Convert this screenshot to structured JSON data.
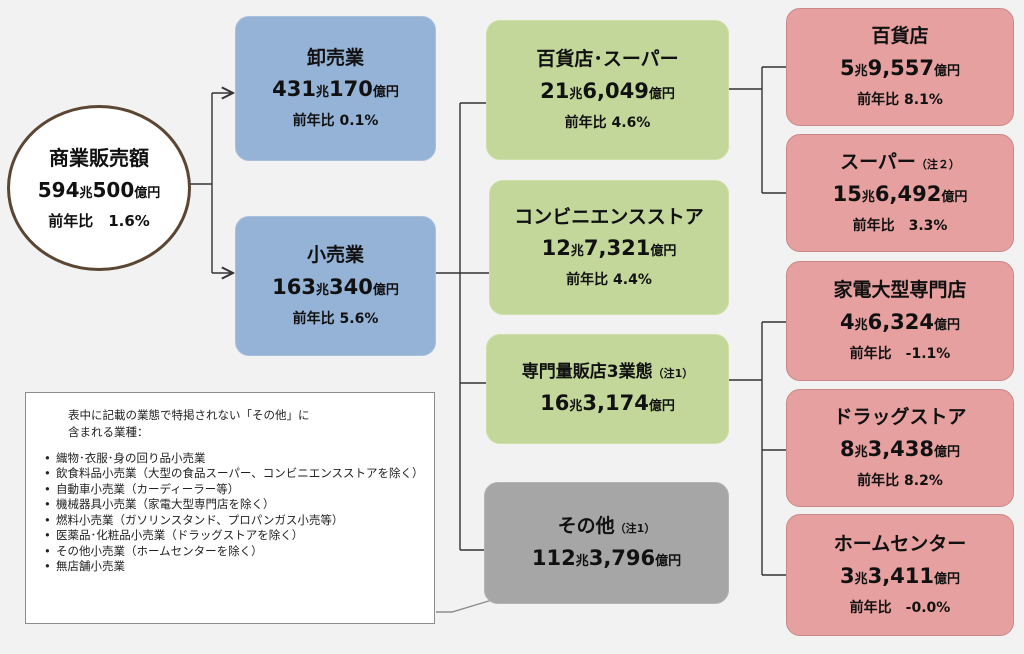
{
  "total": {
    "title": "商業販売額",
    "major": "594",
    "major_unit": "兆",
    "minor": "500",
    "minor_unit": "億円",
    "growth": "前年比　1.6%"
  },
  "wholesale": {
    "title": "卸売業",
    "major": "431",
    "major_unit": "兆",
    "minor": "170",
    "minor_unit": "億円",
    "growth": "前年比 0.1%"
  },
  "retail": {
    "title": "小売業",
    "major": "163",
    "major_unit": "兆",
    "minor": "340",
    "minor_unit": "億円",
    "growth": "前年比 5.6%"
  },
  "dept_super": {
    "title": "百貨店･スーパー",
    "major": "21",
    "major_unit": "兆",
    "minor": "6,049",
    "minor_unit": "億円",
    "growth": "前年比 4.6%"
  },
  "convenience": {
    "title": "コンビニエンスストア",
    "major": "12",
    "major_unit": "兆",
    "minor": "7,321",
    "minor_unit": "億円",
    "growth": "前年比 4.4%"
  },
  "specialty": {
    "title": "専門量販店3業態",
    "note": "（注1）",
    "major": "16",
    "major_unit": "兆",
    "minor": "3,174",
    "minor_unit": "億円"
  },
  "other": {
    "title": "その他",
    "note": "（注1）",
    "major": "112",
    "major_unit": "兆",
    "minor": "3,796",
    "minor_unit": "億円"
  },
  "department_store": {
    "title": "百貨店",
    "major": "5",
    "major_unit": "兆",
    "minor": "9,557",
    "minor_unit": "億円",
    "growth": "前年比 8.1%"
  },
  "supermarket": {
    "title": "スーパー",
    "note": "（注２）",
    "major": "15",
    "major_unit": "兆",
    "minor": "6,492",
    "minor_unit": "億円",
    "growth": "前年比　3.3%"
  },
  "electronics": {
    "title": "家電大型専門店",
    "major": "4",
    "major_unit": "兆",
    "minor": "6,324",
    "minor_unit": "億円",
    "growth": "前年比　-1.1%"
  },
  "drugstore": {
    "title": "ドラッグストア",
    "major": "8",
    "major_unit": "兆",
    "minor": "3,438",
    "minor_unit": "億円",
    "growth": "前年比 8.2%"
  },
  "home_center": {
    "title": "ホームセンター",
    "major": "3",
    "major_unit": "兆",
    "minor": "3,411",
    "minor_unit": "億円",
    "growth": "前年比　-0.0%"
  },
  "legend": {
    "intro_line1": "表中に記載の業態で特掲されない「その他」に",
    "intro_line2": "含まれる業種：",
    "items": [
      "織物･衣服･身の回り品小売業",
      "飲食料品小売業（大型の食品スーパー、コンビニエンスストアを除く）",
      "自動車小売業（カーディーラー等）",
      "機械器具小売業（家電大型専門店を除く）",
      "燃料小売業（ガソリンスタンド、プロパンガス小売等）",
      "医薬品･化粧品小売業（ドラッグストアを除く）",
      "その他小売業（ホームセンターを除く）",
      "無店舗小売業"
    ]
  },
  "colors": {
    "wholesale_retail": "#95b3d7",
    "retail_formats": "#c4d79b",
    "other": "#a6a6a6",
    "store_types": "#e6a0a0",
    "circle_border": "#5a4632",
    "background": "#f2f2f2"
  }
}
